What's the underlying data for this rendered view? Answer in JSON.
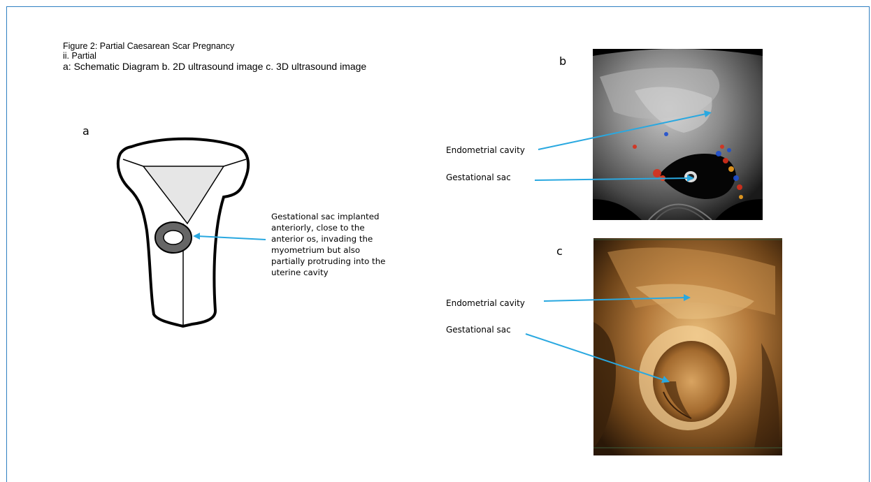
{
  "caption": {
    "line1": "Figure 2: Partial Caesarean Scar Pregnancy",
    "line2": "ii. Partial",
    "line3": "a: Schematic Diagram   b. 2D ultrasound image  c. 3D ultrasound image"
  },
  "panels": {
    "a": "a",
    "b": "b",
    "c": "c"
  },
  "schematic": {
    "description": "Gestational sac implanted anteriorly, close to the anterior os, invading the myometrium but also partially protruding into the uterine cavity"
  },
  "ultrasound_2d": {
    "label_endometrial": "Endometrial cavity",
    "label_gestational": "Gestational sac"
  },
  "ultrasound_3d": {
    "label_endometrial": "Endometrial cavity",
    "label_gestational": "Gestational sac"
  },
  "colors": {
    "frame": "#2f7fc1",
    "arrow": "#29a8e0",
    "triangle_fill": "#e6e6e6",
    "sac_ring": "#666666"
  }
}
